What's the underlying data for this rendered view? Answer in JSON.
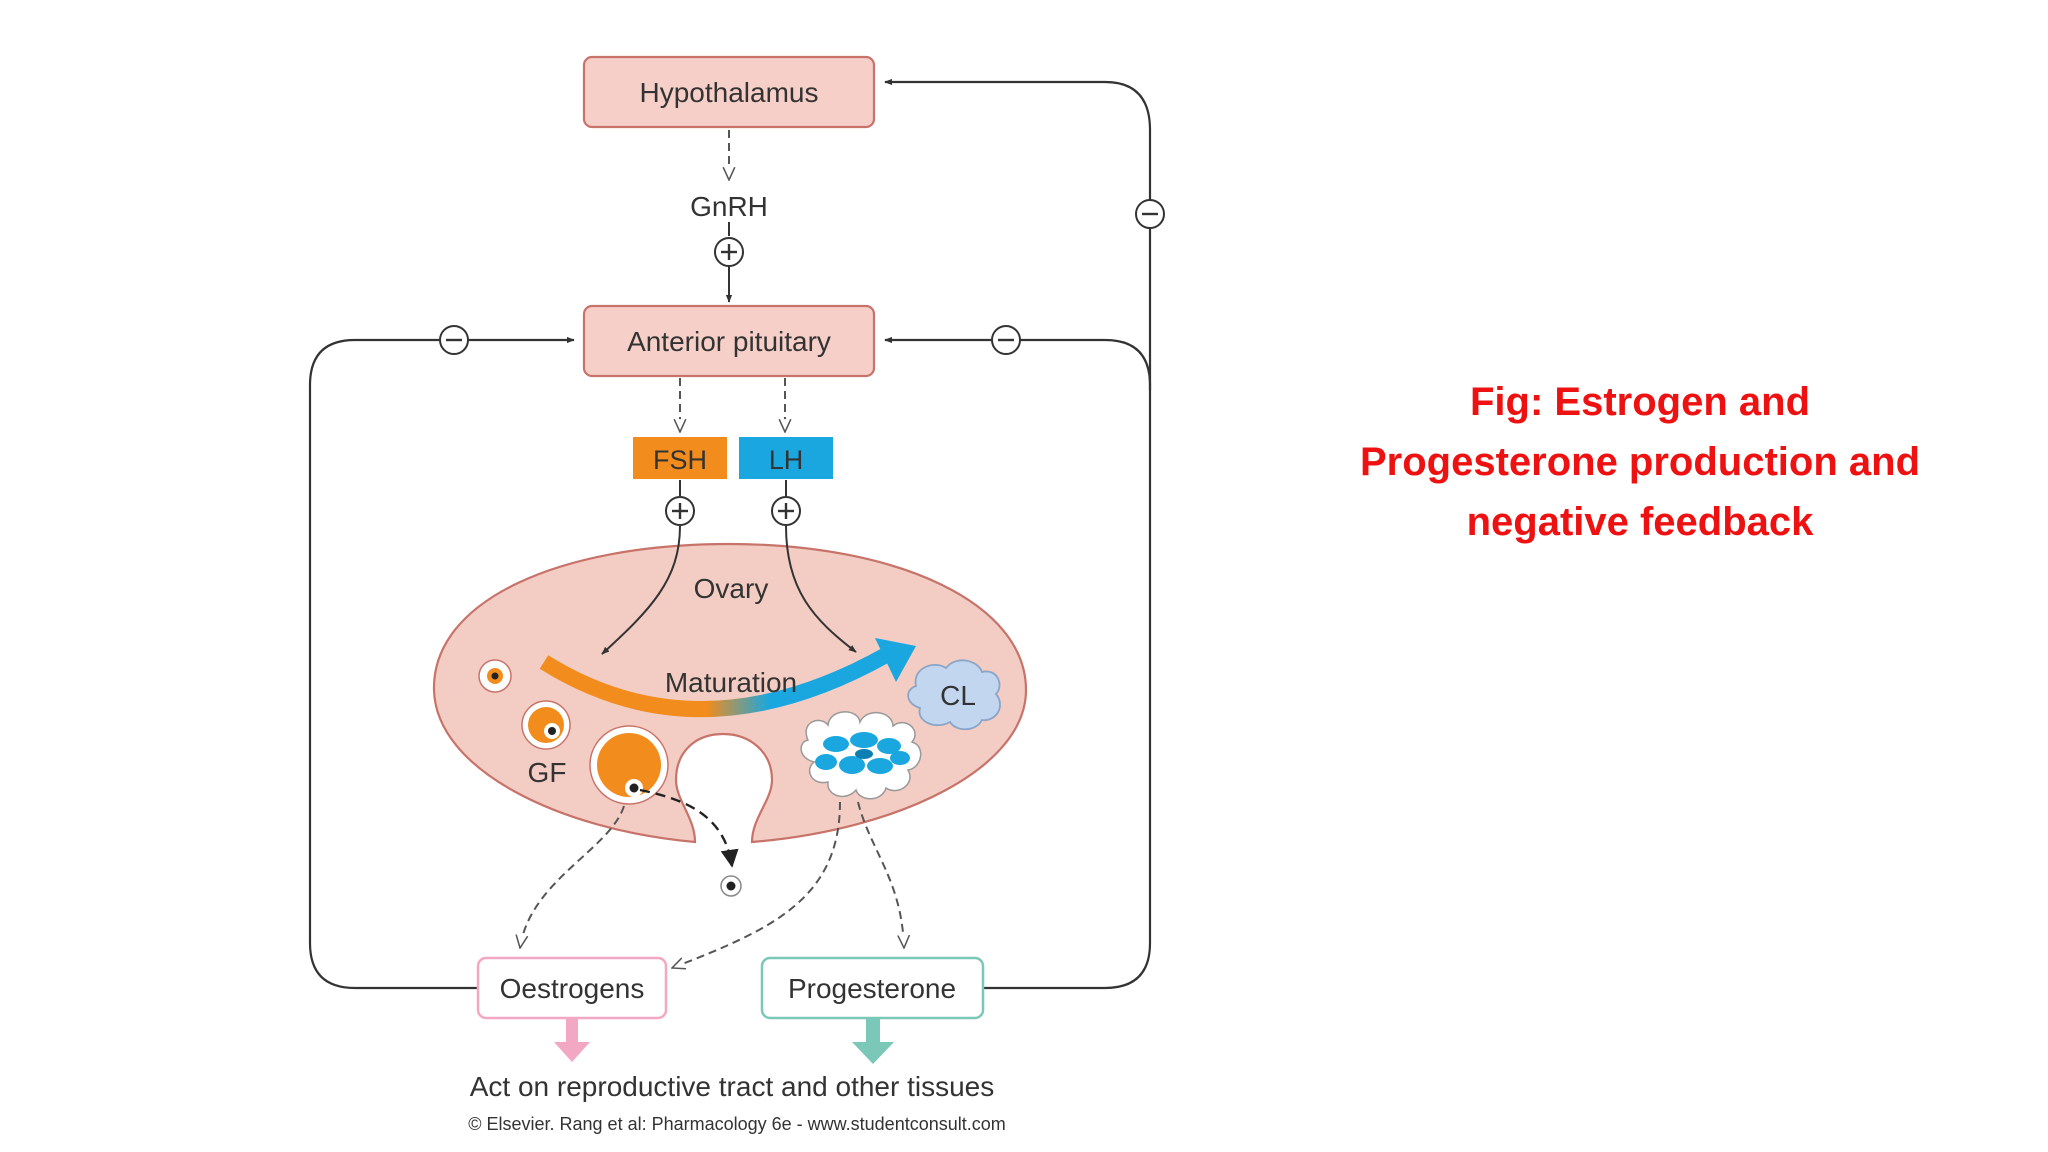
{
  "nodes": {
    "hypothalamus": "Hypothalamus",
    "gnrh": "GnRH",
    "anterior_pituitary": "Anterior pituitary",
    "fsh": "FSH",
    "lh": "LH",
    "ovary": "Ovary",
    "maturation": "Maturation",
    "cl": "CL",
    "gf": "GF",
    "oestrogens": "Oestrogens",
    "progesterone": "Progesterone"
  },
  "signs": {
    "plus": "+",
    "minus": "−"
  },
  "footer": {
    "action": "Act on reproductive tract and other tissues",
    "credit": "© Elsevier. Rang et al: Pharmacology 6e - www.studentconsult.com"
  },
  "caption": {
    "line1": "Fig: Estrogen and",
    "line2": "Progesterone production and",
    "line3": "negative feedback"
  },
  "colors": {
    "fsh": "#f28c1c",
    "lh": "#1aa7e0",
    "box_fill": "#f6d0c8",
    "box_stroke": "#c8736a",
    "ovary_fill": "#f3cdc3",
    "oestrogens_stroke": "#f2a7c3",
    "progesterone_stroke": "#7cc8b8",
    "cl_fill": "#c3d6ef",
    "caption": "#ee1111"
  }
}
